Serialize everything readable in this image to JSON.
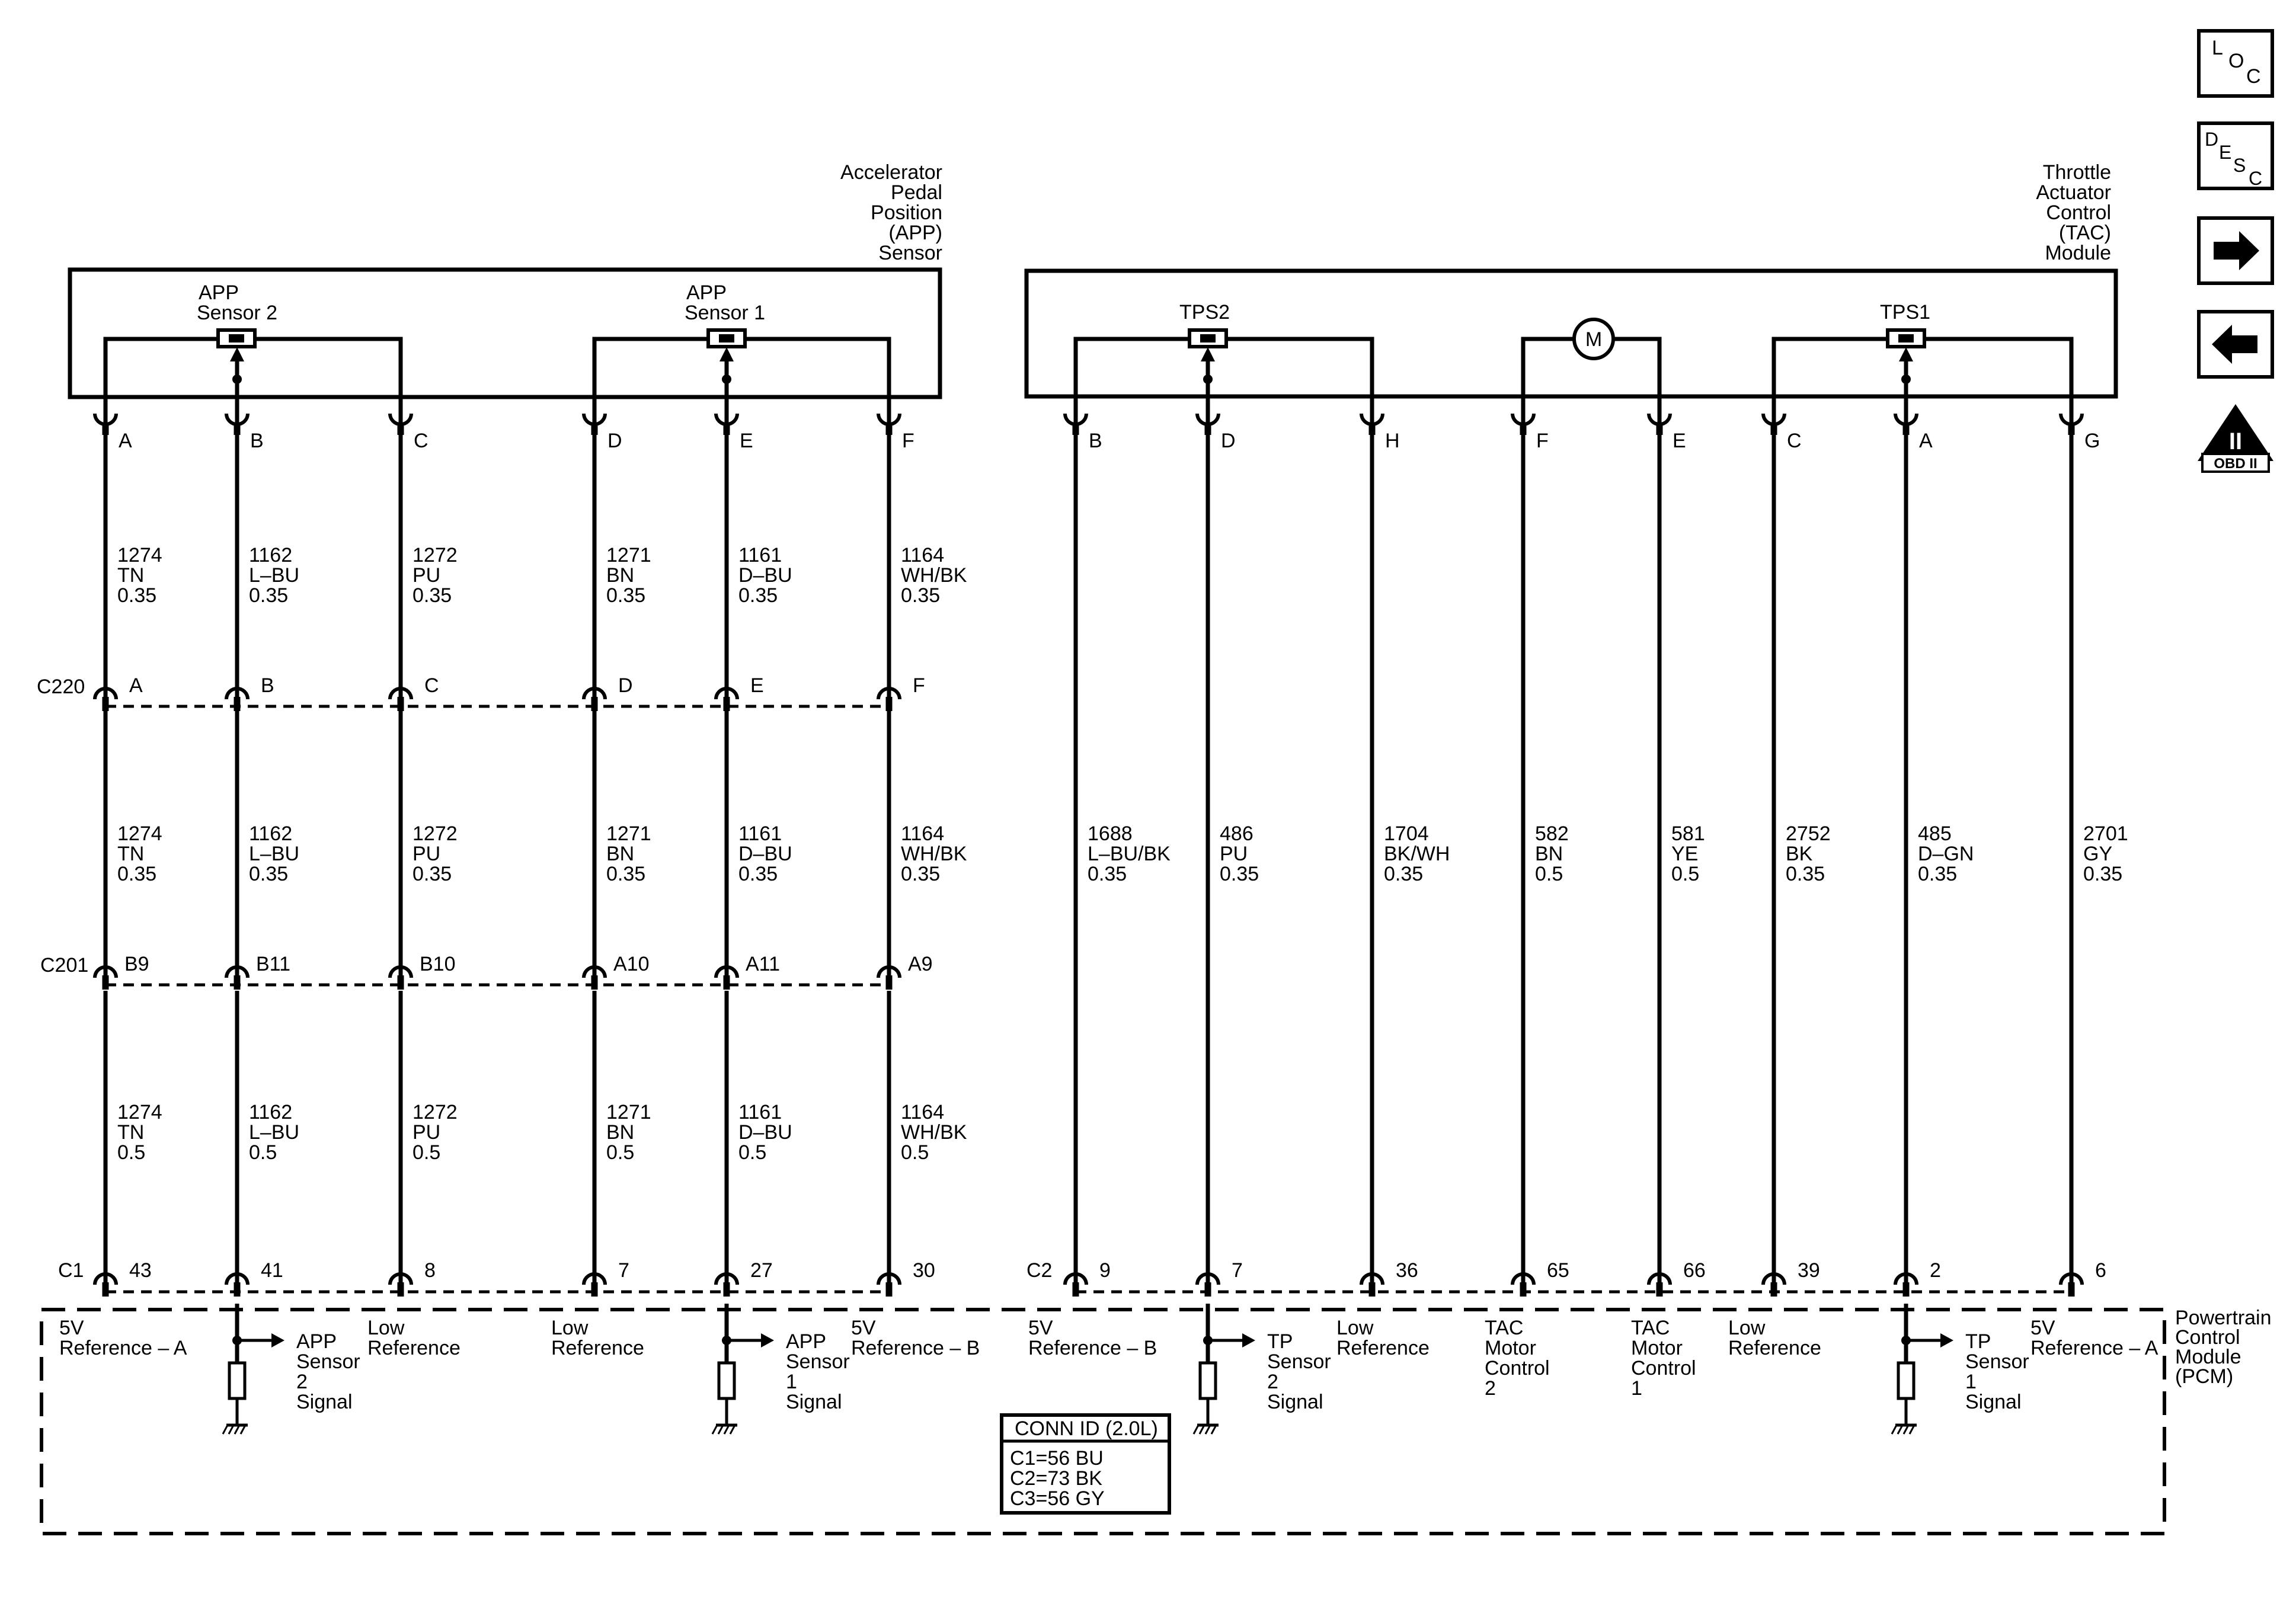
{
  "app_sensor": {
    "title_lines": [
      "Accelerator",
      "Pedal",
      "Position",
      "(APP)",
      "Sensor"
    ],
    "sensor2": [
      "APP",
      "Sensor 2"
    ],
    "sensor1": [
      "APP",
      "Sensor 1"
    ]
  },
  "tac_module": {
    "title_lines": [
      "Throttle",
      "Actuator",
      "Control",
      "(TAC)",
      "Module"
    ],
    "tps2": "TPS2",
    "tps1": "TPS1",
    "motor": "M"
  },
  "pcm": {
    "title_lines": [
      "Powertrain",
      "Control",
      "Module",
      "(PCM)"
    ]
  },
  "connectors": {
    "c220": "C220",
    "c201": "C201",
    "c1": "C1",
    "c2": "C2"
  },
  "app_wires": [
    {
      "top_pin": "A",
      "c220": "A",
      "c201": "B9",
      "pcm_pin": "43",
      "seg1": [
        "1274",
        "TN",
        "0.35"
      ],
      "seg2": [
        "1274",
        "TN",
        "0.35"
      ],
      "seg3": [
        "1274",
        "TN",
        "0.5"
      ],
      "pcm_label": [
        "5V",
        "Reference – A"
      ]
    },
    {
      "top_pin": "B",
      "c220": "B",
      "c201": "B11",
      "pcm_pin": "41",
      "seg1": [
        "1162",
        "L–BU",
        "0.35"
      ],
      "seg2": [
        "1162",
        "L–BU",
        "0.35"
      ],
      "seg3": [
        "1162",
        "L–BU",
        "0.5"
      ],
      "pcm_label": [
        "APP",
        "Sensor",
        "2",
        "Signal"
      ]
    },
    {
      "top_pin": "C",
      "c220": "C",
      "c201": "B10",
      "pcm_pin": "8",
      "seg1": [
        "1272",
        "PU",
        "0.35"
      ],
      "seg2": [
        "1272",
        "PU",
        "0.35"
      ],
      "seg3": [
        "1272",
        "PU",
        "0.5"
      ],
      "pcm_label": [
        "Low",
        "Reference"
      ]
    },
    {
      "top_pin": "D",
      "c220": "D",
      "c201": "A10",
      "pcm_pin": "7",
      "seg1": [
        "1271",
        "BN",
        "0.35"
      ],
      "seg2": [
        "1271",
        "BN",
        "0.35"
      ],
      "seg3": [
        "1271",
        "BN",
        "0.5"
      ],
      "pcm_label": [
        "Low",
        "Reference"
      ]
    },
    {
      "top_pin": "E",
      "c220": "E",
      "c201": "A11",
      "pcm_pin": "27",
      "seg1": [
        "1161",
        "D–BU",
        "0.35"
      ],
      "seg2": [
        "1161",
        "D–BU",
        "0.35"
      ],
      "seg3": [
        "1161",
        "D–BU",
        "0.5"
      ],
      "pcm_label": [
        "APP",
        "Sensor",
        "1",
        "Signal"
      ]
    },
    {
      "top_pin": "F",
      "c220": "F",
      "c201": "A9",
      "pcm_pin": "30",
      "seg1": [
        "1164",
        "WH/BK",
        "0.35"
      ],
      "seg2": [
        "1164",
        "WH/BK",
        "0.35"
      ],
      "seg3": [
        "1164",
        "WH/BK",
        "0.5"
      ],
      "pcm_label": [
        "5V",
        "Reference – B"
      ]
    }
  ],
  "tac_wires": [
    {
      "top_pin": "B",
      "pcm_pin": "9",
      "seg": [
        "1688",
        "L–BU/BK",
        "0.35"
      ],
      "pcm_label": [
        "5V",
        "Reference – B"
      ]
    },
    {
      "top_pin": "D",
      "pcm_pin": "7",
      "seg": [
        "486",
        "PU",
        "0.35"
      ],
      "pcm_label": [
        "TP",
        "Sensor",
        "2",
        "Signal"
      ]
    },
    {
      "top_pin": "H",
      "pcm_pin": "36",
      "seg": [
        "1704",
        "BK/WH",
        "0.35"
      ],
      "pcm_label": [
        "Low",
        "Reference"
      ]
    },
    {
      "top_pin": "F",
      "pcm_pin": "65",
      "seg": [
        "582",
        "BN",
        "0.5"
      ],
      "pcm_label": [
        "TAC",
        "Motor",
        "Control",
        "2"
      ]
    },
    {
      "top_pin": "E",
      "pcm_pin": "66",
      "seg": [
        "581",
        "YE",
        "0.5"
      ],
      "pcm_label": [
        "TAC",
        "Motor",
        "Control",
        "1"
      ]
    },
    {
      "top_pin": "C",
      "pcm_pin": "39",
      "seg": [
        "2752",
        "BK",
        "0.35"
      ],
      "pcm_label": [
        "Low",
        "Reference"
      ]
    },
    {
      "top_pin": "A",
      "pcm_pin": "2",
      "seg": [
        "485",
        "D–GN",
        "0.35"
      ],
      "pcm_label": [
        "TP",
        "Sensor",
        "1",
        "Signal"
      ]
    },
    {
      "top_pin": "G",
      "pcm_pin": "6",
      "seg": [
        "2701",
        "GY",
        "0.35"
      ],
      "pcm_label": [
        "5V",
        "Reference – A"
      ]
    }
  ],
  "conn_id": {
    "title": "CONN ID (2.0L)",
    "rows": [
      "C1=56 BU",
      "C2=73 BK",
      "C3=56 GY"
    ]
  },
  "nav": {
    "loc": [
      "L",
      "O",
      "C"
    ],
    "desc": [
      "D",
      "E",
      "S",
      "C"
    ],
    "next_icon": "arrow-right-icon",
    "prev_icon": "arrow-left-icon",
    "obd_label": "OBD II",
    "obd_symbol": "II"
  }
}
